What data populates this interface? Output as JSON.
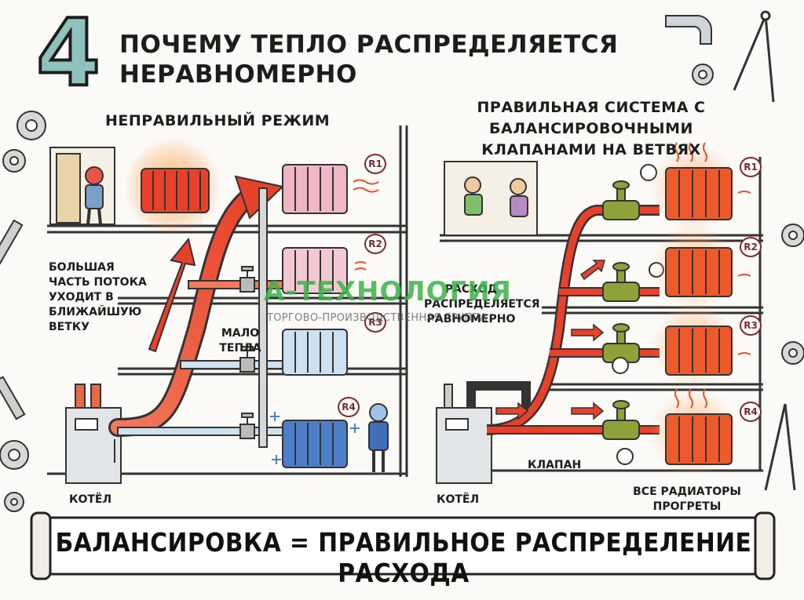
{
  "header": {
    "step_number": "4",
    "title": "ПОЧЕМУ ТЕПЛО РАСПРЕДЕЛЯЕТСЯ НЕРАВНОМЕРНО"
  },
  "left_panel": {
    "subtitle": "НЕПРАВИЛЬНЫЙ РЕЖИМ",
    "note_big_flow": "БОЛЬШАЯ ЧАСТЬ ПОТОКА УХОДИТ В БЛИЖАЙШУЮ ВЕТКУ",
    "note_little_heat": "МАЛО ТЕПЛА",
    "boiler_label": "КОТЁЛ",
    "radiators": [
      "R1",
      "R2",
      "R3",
      "R4"
    ]
  },
  "right_panel": {
    "subtitle": "ПРАВИЛЬНАЯ СИСТЕМА С БАЛАНСИРОВОЧНЫМИ КЛАПАНАМИ НА ВЕТВЯХ",
    "note_even": "РАСХОД РАСПРЕДЕЛЯЕТСЯ РАВНОМЕРНО",
    "valve_label": "КЛАПАН",
    "boiler_label": "КОТЁЛ",
    "result_label": "ВСЕ РАДИАТОРЫ ПРОГРЕТЫ",
    "radiators": [
      "R1",
      "R2",
      "R3",
      "R4"
    ]
  },
  "banner": {
    "text": "БАЛАНСИРОВКА = ПРАВИЛЬНОЕ РАСПРЕДЕЛЕНИЕ РАСХОДА"
  },
  "watermark": {
    "brand": "А-ТЕХНОЛОГИЯ",
    "tagline": "ТОРГОВО-ПРОИЗВОДСТВЕННАЯ ГРУППА"
  },
  "colors": {
    "hot": "#e8512f",
    "cold": "#4d7fc9",
    "warm_pink": "#efb6c4",
    "valve": "#8ea23a",
    "accent_teal": "#8fc1bd"
  }
}
